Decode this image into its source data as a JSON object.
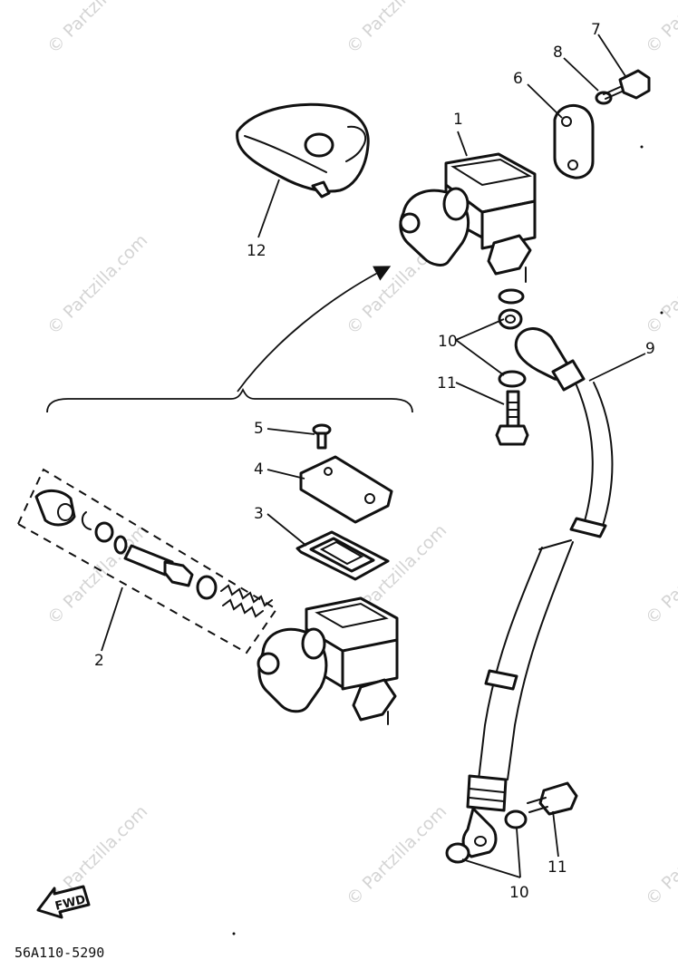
{
  "watermark": "© Partzilla.com",
  "diagram_code": "56A110-5290",
  "fwd_label": "FWD",
  "callouts": {
    "c1": "1",
    "c2": "2",
    "c3": "3",
    "c4": "4",
    "c5": "5",
    "c6": "6",
    "c7": "7",
    "c8": "8",
    "c9": "9",
    "c10a": "10",
    "c10b": "10",
    "c11a": "11",
    "c11b": "11",
    "c12": "12"
  }
}
